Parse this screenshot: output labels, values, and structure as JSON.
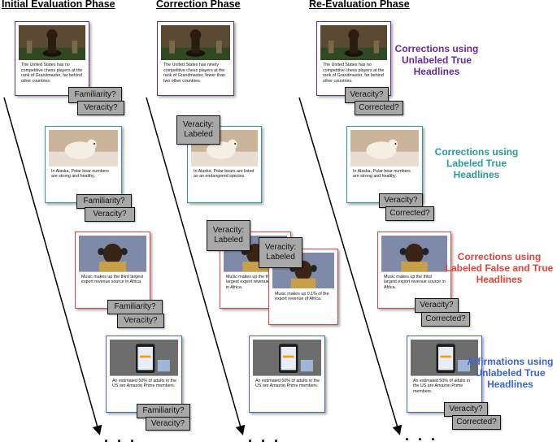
{
  "phases": {
    "initial": "Initial Evaluation Phase",
    "correction": "Correction Phase",
    "reevaluation": "Re-Evaluation Phase"
  },
  "headlines": {
    "chess_false": "The United States has no competitive chess players at the rank of Grandmaster, far behind other countries.",
    "chess_true": "The United States has ninety competitive chess players at the rank of Grandmaster, fewer than two other countries.",
    "polar_false": "In Alaska, Polar bear numbers are strong and healthy.",
    "polar_true": "In Alaska, Polar bears are listed as an endangered species.",
    "music_false": "Music makes up the third largest export revenue source in Africa.",
    "music_true": "Music makes up 0.1% of the export revenue of Africa.",
    "amazon": "An estimated 50% of adults in the US are Amazon Prime members."
  },
  "tags": {
    "familiarity": "Familiarity?",
    "veracity": "Veracity?",
    "corrected": "Corrected?",
    "veracity_labeled": "Veracity: Labeled"
  },
  "captions": {
    "purple": "Corrections using Unlabeled True Headlines",
    "teal": "Corrections using Labeled True Headlines",
    "red": "Corrections using Labeled False and True Headlines",
    "blue": "Affirmations using Unlabeled True Headlines"
  },
  "colors": {
    "purple": "#6a2b93",
    "teal": "#2a9a9a",
    "red": "#e0443a",
    "blue": "#3d63d8",
    "tag_fill": "#a8a8a8"
  },
  "ellipsis": ". . ."
}
